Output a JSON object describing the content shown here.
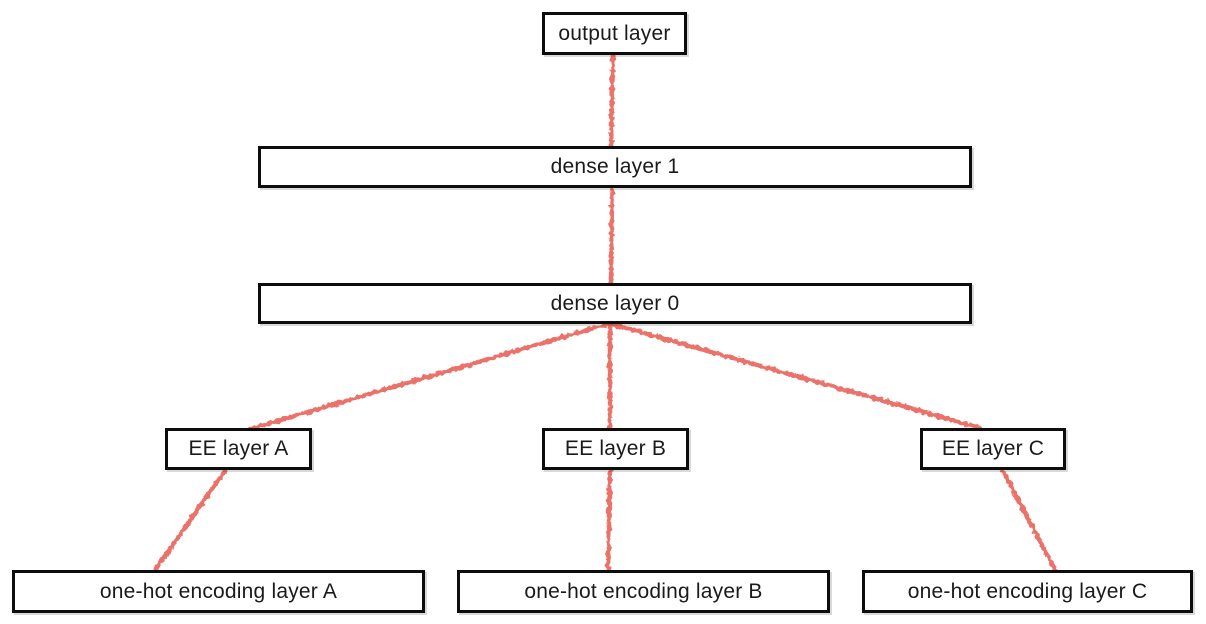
{
  "diagram": {
    "type": "network-architecture",
    "nodes": [
      {
        "id": "output-layer",
        "label": "output layer"
      },
      {
        "id": "dense-layer-1",
        "label": "dense layer 1"
      },
      {
        "id": "dense-layer-0",
        "label": "dense layer 0"
      },
      {
        "id": "ee-layer-a",
        "label": "EE layer A"
      },
      {
        "id": "ee-layer-b",
        "label": "EE layer B"
      },
      {
        "id": "ee-layer-c",
        "label": "EE layer C"
      },
      {
        "id": "one-hot-a",
        "label": "one-hot encoding layer A"
      },
      {
        "id": "one-hot-b",
        "label": "one-hot encoding layer B"
      },
      {
        "id": "one-hot-c",
        "label": "one-hot encoding layer C"
      }
    ],
    "edges": [
      {
        "from": "dense-layer-1",
        "to": "output-layer"
      },
      {
        "from": "dense-layer-0",
        "to": "dense-layer-1"
      },
      {
        "from": "ee-layer-a",
        "to": "dense-layer-0"
      },
      {
        "from": "ee-layer-b",
        "to": "dense-layer-0"
      },
      {
        "from": "ee-layer-c",
        "to": "dense-layer-0"
      },
      {
        "from": "one-hot-a",
        "to": "ee-layer-a"
      },
      {
        "from": "one-hot-b",
        "to": "ee-layer-b"
      },
      {
        "from": "one-hot-c",
        "to": "ee-layer-c"
      }
    ],
    "colors": {
      "edge": "#e8655c",
      "box_border": "#0d0d0d",
      "background": "#ffffff",
      "text": "#1a1a1a"
    }
  }
}
